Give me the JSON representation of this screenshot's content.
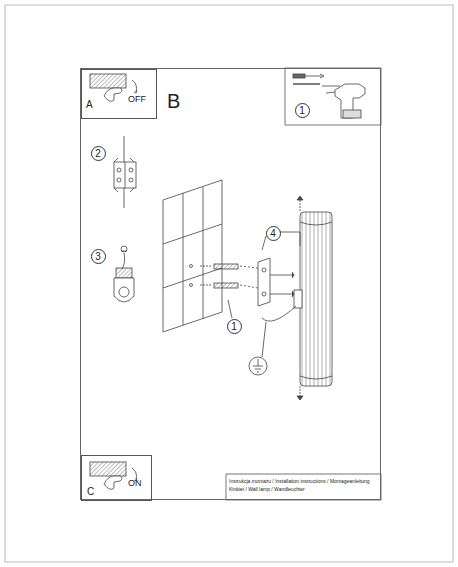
{
  "diagram": {
    "nodes": [
      {
        "text": [
          "B"
        ]
      },
      {
        "text": [
          "A",
          "OFF"
        ],
        "in": 0
      },
      {
        "text": [
          "1"
        ],
        "in": 0
      },
      {
        "text": [
          "2"
        ],
        "in": 0
      },
      {
        "text": [
          "3"
        ],
        "in": 0
      },
      {
        "text": [
          "4"
        ],
        "in": 0
      },
      {
        "text": [
          "1"
        ],
        "in": 0
      },
      {
        "text": [
          "C",
          "ON"
        ],
        "in": 0
      }
    ],
    "edges": [],
    "labels": [
      "Instrukcja montażu / Installation instructions / Montageanleitung",
      "Kinkiet / Wall lamp / Wandleuchter"
    ]
  }
}
